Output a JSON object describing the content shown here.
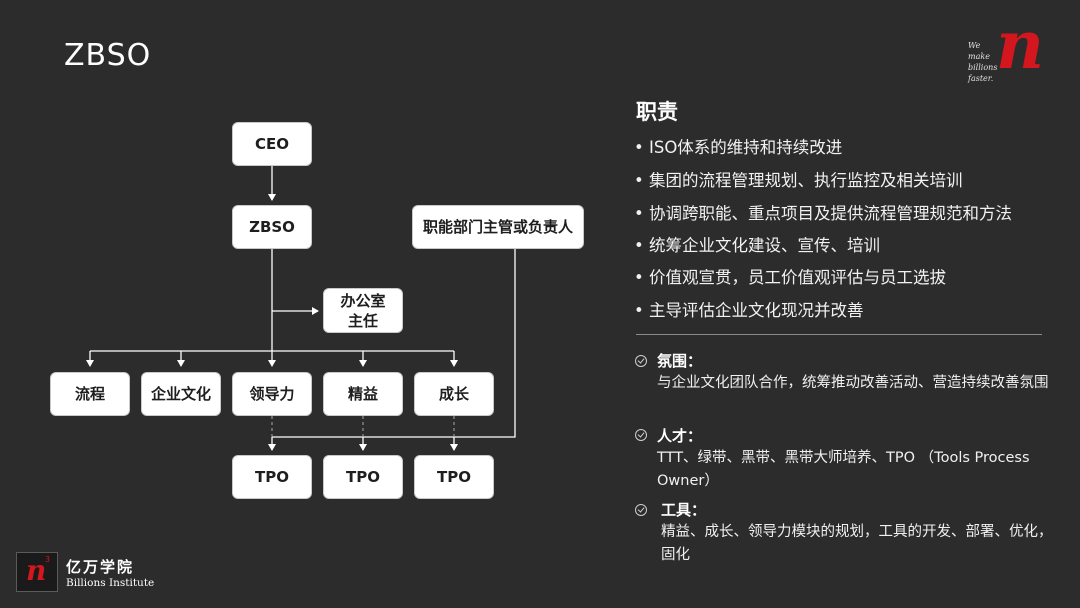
{
  "slide": {
    "title": "ZBSO"
  },
  "logo_top": {
    "tagline": [
      "We",
      "make",
      "billions",
      "faster."
    ],
    "mark": "n"
  },
  "org_chart": {
    "ceo": "CEO",
    "zbso": "ZBSO",
    "office": "办公室\n主任",
    "functional": "职能部门主管或负责人",
    "departments": [
      "流程",
      "企业文化",
      "领导力",
      "精益",
      "成长"
    ],
    "tpo": [
      "TPO",
      "TPO",
      "TPO"
    ]
  },
  "duties": {
    "heading": "职责",
    "items": [
      "• ISO体系的维持和持续改进",
      "• 集团的流程管理规划、执行监控及相关培训",
      "• 协调跨职能、重点项目及提供流程管理规范和方法",
      "• 统筹企业文化建设、宣传、培训",
      "• 价值观宣贯，员工价值观评估与员工选拔",
      "• 主导评估企业文化现况并改善"
    ]
  },
  "sections": [
    {
      "heading": "氛围：",
      "text": "与企业文化团队合作，统筹推动改善活动、营造持续改善氛围"
    },
    {
      "heading": "人才：",
      "text": "TTT、绿带、黑带、黑带大师培养、TPO （Tools Process Owner）"
    },
    {
      "heading": "工具：",
      "text": "精益、成长、领导力模块的规划，工具的开发、部署、优化，固化"
    }
  ],
  "brand": {
    "mark": "n",
    "sup": "3",
    "name_cn": "亿万学院",
    "name_en": "Billions Institute"
  }
}
